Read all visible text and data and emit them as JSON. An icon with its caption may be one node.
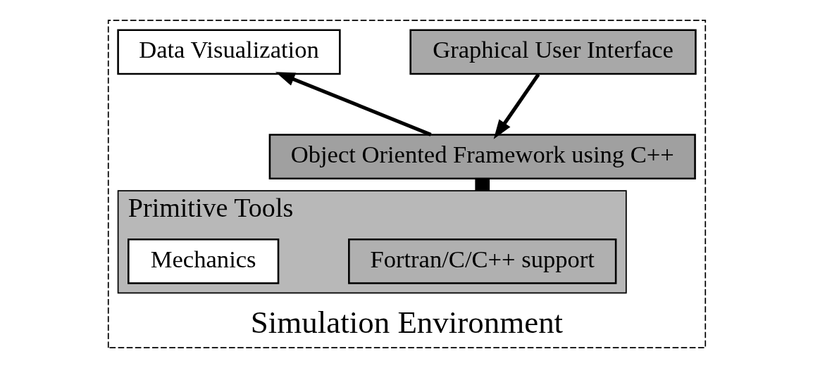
{
  "diagram": {
    "nodes": [
      {
        "text": [
          "Simulation Environment"
        ]
      },
      {
        "text": [
          "Graphical User Interface"
        ],
        "in": 0
      },
      {
        "text": [
          "Data Visualization"
        ],
        "in": 0
      },
      {
        "text": [
          "Object Oriented Framework using C++"
        ],
        "in": 0
      },
      {
        "text": [
          "Primitive Tools"
        ],
        "in": 0
      },
      {
        "text": [
          "Fortran/C/C++ support"
        ],
        "in": 4
      },
      {
        "text": [
          "Mechanics"
        ],
        "in": 4
      }
    ],
    "edges": [
      {
        "from": 1,
        "to": 3,
        "arrow": "to"
      },
      {
        "from": 3,
        "to": 2,
        "arrow": "to"
      },
      {
        "from": 3,
        "to": 4,
        "arrow": "none",
        "style": "thick"
      }
    ]
  }
}
